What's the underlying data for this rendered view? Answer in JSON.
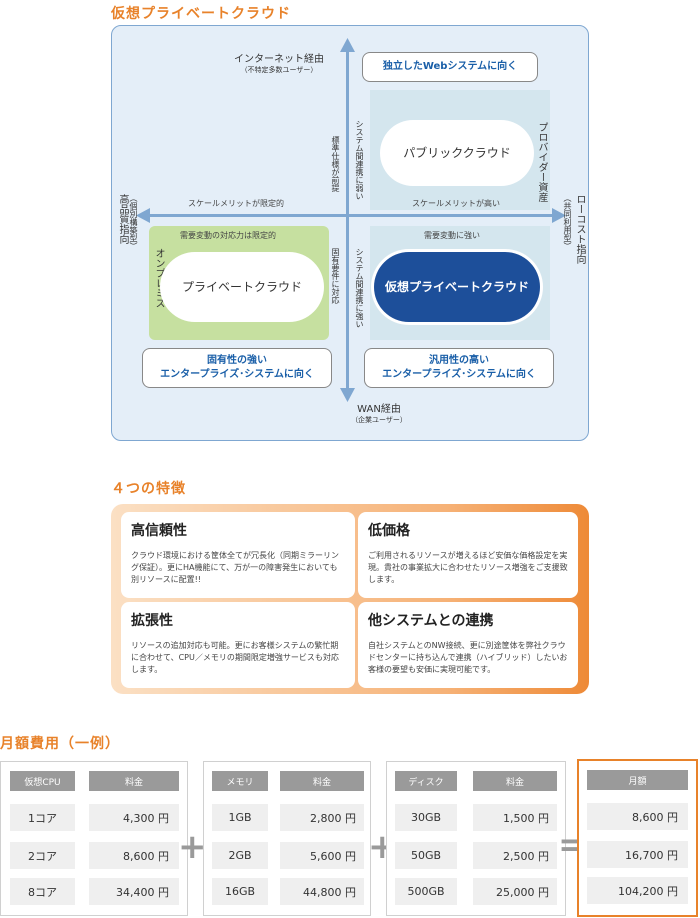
{
  "titles": {
    "diagram": "仮想プライベートクラウド",
    "features": "４つの特徴",
    "pricing": "月額費用（一例）"
  },
  "diagram": {
    "top_label": "インターネット経由",
    "top_sub": "（不特定多数ユーザー）",
    "bottom_label": "WAN経由",
    "bottom_sub": "（企業ユーザー）",
    "left_label": "高品質指向",
    "left_sub": "（個別構築型）",
    "right_label": "ローコスト指向",
    "right_sub": "（共同利用型）",
    "scale_left": "スケールメリットが限定的",
    "scale_right": "スケールメリットが高い",
    "center_upper_left": "標準仕様が前提",
    "center_upper_right": "システム間連携に弱い",
    "center_lower_left": "固有要件に対応",
    "center_lower_right": "システム間連携に強い",
    "demand_left": "需要変動の対応力は限定的",
    "demand_right": "需要変動に強い",
    "provider_asset": "プロバイダー資産",
    "on_premise": "オンプレミス",
    "public_cloud": "パブリッククラウド",
    "private_cloud": "プライベートクラウド",
    "virtual_private_cloud": "仮想プライベートクラウド",
    "callout_top": "独立したWebシステムに向く",
    "callout_bl_1": "固有性の強い",
    "callout_bl_2": "エンタープライズ･システムに向く",
    "callout_br_1": "汎用性の高い",
    "callout_br_2": "エンタープライズ･システムに向く"
  },
  "features": [
    {
      "title": "高信頼性",
      "text": "クラウド環境における筐体全てが冗長化（同期ミラーリング保証）。更にHA機能にて、万が一の障害発生においても別リソースに配置!!"
    },
    {
      "title": "低価格",
      "text": "ご利用されるリソースが増えるほど安価な価格設定を実現。貴社の事業拡大に合わせたリソース増強をご支援致します。"
    },
    {
      "title": "拡張性",
      "text": "リソースの追加対応も可能。更にお客様システムの繁忙期に合わせて、CPU／メモリの期間限定増強サービスも対応します。"
    },
    {
      "title": "他システムとの連携",
      "text": "自社システムとのNW接続、更に別途筐体を弊社クラウドセンターに持ち込んで連携（ハイブリッド）したいお客様の要望も安価に実現可能です。"
    }
  ],
  "pricing": {
    "cpu": {
      "headers": [
        "仮想CPU",
        "料金"
      ],
      "rows": [
        [
          "1コア",
          "4,300 円"
        ],
        [
          "2コア",
          "8,600 円"
        ],
        [
          "8コア",
          "34,400 円"
        ]
      ]
    },
    "memory": {
      "headers": [
        "メモリ",
        "料金"
      ],
      "rows": [
        [
          "1GB",
          "2,800 円"
        ],
        [
          "2GB",
          "5,600 円"
        ],
        [
          "16GB",
          "44,800 円"
        ]
      ]
    },
    "disk": {
      "headers": [
        "ディスク",
        "料金"
      ],
      "rows": [
        [
          "30GB",
          "1,500 円"
        ],
        [
          "50GB",
          "2,500 円"
        ],
        [
          "500GB",
          "25,000 円"
        ]
      ]
    },
    "total": {
      "headers": [
        "月額"
      ],
      "rows": [
        [
          "8,600 円"
        ],
        [
          "16,700 円"
        ],
        [
          "104,200 円"
        ]
      ]
    }
  },
  "colors": {
    "accent": "#e8822a",
    "blue": "#1a5fa8",
    "green": "#c6e0a0",
    "diagram_bg": "#e4eef8"
  }
}
